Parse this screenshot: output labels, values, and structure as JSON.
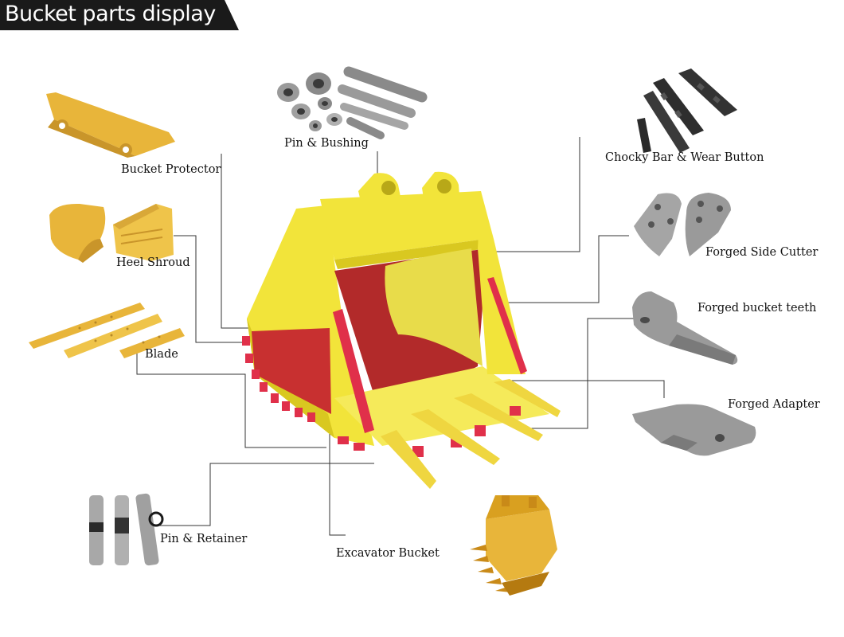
{
  "header": {
    "title": "Bucket parts display"
  },
  "colors": {
    "header_bg": "#1a1a1a",
    "bucket_yellow": "#f2e43a",
    "bucket_shadow": "#d9c820",
    "bucket_interior": "#b22a2a",
    "part_red": "#e0304a",
    "part_gold": "#e8b53a",
    "steel": "#9a9a9a",
    "leader_line": "#333333"
  },
  "parts": [
    {
      "id": "pin-bushing",
      "label": "Pin & Bushing",
      "icon": "pin-bushing-icon"
    },
    {
      "id": "chocky-bar",
      "label": "Chocky Bar & Wear Button",
      "icon": "chocky-bar-icon"
    },
    {
      "id": "bucket-protector",
      "label": "Bucket Protector",
      "icon": "bucket-protector-icon"
    },
    {
      "id": "heel-shroud",
      "label": "Heel Shroud",
      "icon": "heel-shroud-icon"
    },
    {
      "id": "side-cutter",
      "label": "Forged Side Cutter",
      "icon": "side-cutter-icon"
    },
    {
      "id": "bucket-teeth",
      "label": "Forged bucket teeth",
      "icon": "bucket-tooth-icon"
    },
    {
      "id": "blade",
      "label": "Blade",
      "icon": "blade-icon"
    },
    {
      "id": "adapter",
      "label": "Forged Adapter",
      "icon": "adapter-icon"
    },
    {
      "id": "pin-retainer",
      "label": "Pin & Retainer",
      "icon": "pin-retainer-icon"
    },
    {
      "id": "excavator-bucket",
      "label": "Excavator Bucket",
      "icon": "excavator-bucket-icon"
    }
  ]
}
